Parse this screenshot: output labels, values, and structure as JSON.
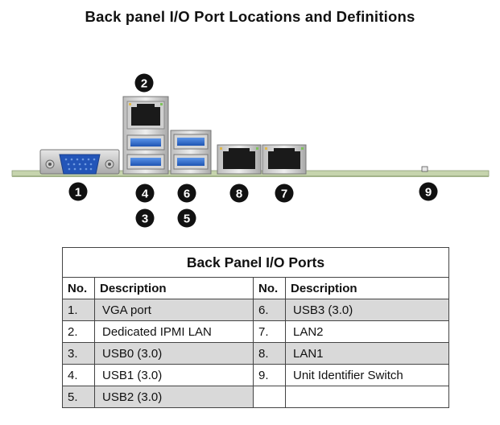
{
  "page_title": "Back panel I/O Port Locations and Definitions",
  "callouts": {
    "c1": "1",
    "c2": "2",
    "c3": "3",
    "c4": "4",
    "c5": "5",
    "c6": "6",
    "c7": "7",
    "c8": "8",
    "c9": "9"
  },
  "table": {
    "caption": "Back Panel I/O Ports",
    "headers": [
      "No.",
      "Description",
      "No.",
      "Description"
    ],
    "rows": [
      [
        "1.",
        "VGA port",
        "6.",
        "USB3 (3.0)"
      ],
      [
        "2.",
        "Dedicated IPMI LAN",
        "7.",
        "LAN2"
      ],
      [
        "3.",
        "USB0 (3.0)",
        "8.",
        "LAN1"
      ],
      [
        "4.",
        "USB1 (3.0)",
        "9.",
        "Unit Identifier Switch"
      ],
      [
        "5.",
        "USB2 (3.0)",
        "",
        ""
      ]
    ]
  },
  "colors": {
    "pcb": "#c6d4ad",
    "usb_blue": "#2f6fd0",
    "callout_fill": "#111111",
    "row_shade": "#d9d9d9"
  }
}
